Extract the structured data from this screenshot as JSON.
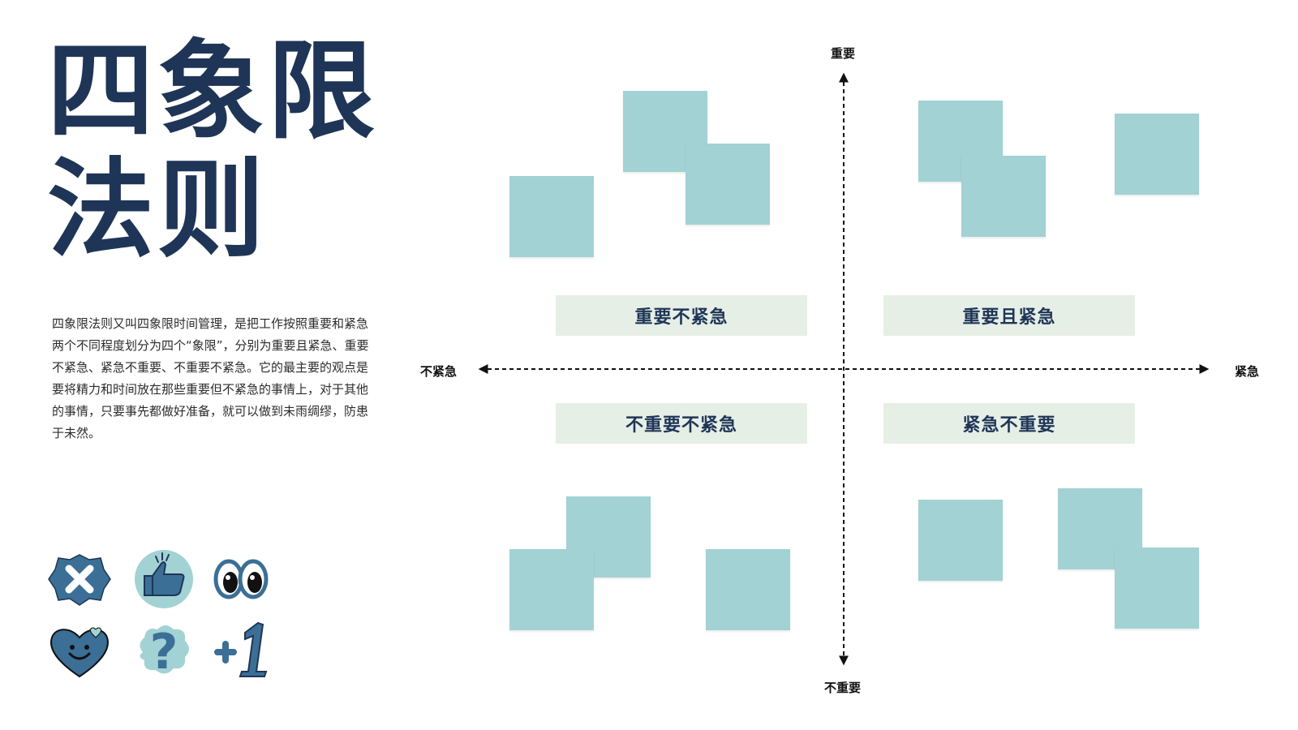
{
  "title": {
    "line1": "四象限",
    "line2": "法则"
  },
  "description": "四象限法则又叫四象限时间管理，是把工作按照重要和紧急两个不同程度划分为四个“象限”，分别为重要且紧急、重要不紧急、紧急不重要、不重要不紧急。它的最主要的观点是要将精力和时间放在那些重要但不紧急的事情上，对于其他的事情，只要事先都做好准备，就可以做到未雨绸缪，防患于未然。",
  "axes": {
    "top": "重要",
    "bottom": "不重要",
    "left": "不紧急",
    "right": "紧急"
  },
  "quadrants": {
    "top_left": "重要不紧急",
    "top_right": "重要且紧急",
    "bottom_left": "不重要不紧急",
    "bottom_right": "紧急不重要"
  },
  "icons": [
    "close-badge-icon",
    "thumbs-up-icon",
    "eyes-icon",
    "smiling-heart-icon",
    "question-mark-icon",
    "plus-one-icon"
  ],
  "colors": {
    "title": "#1f3557",
    "note": "#a2d2d4",
    "label_bg": "#e6efe6",
    "icon_dark": "#3b6f96",
    "icon_light": "#a2d2d4"
  }
}
